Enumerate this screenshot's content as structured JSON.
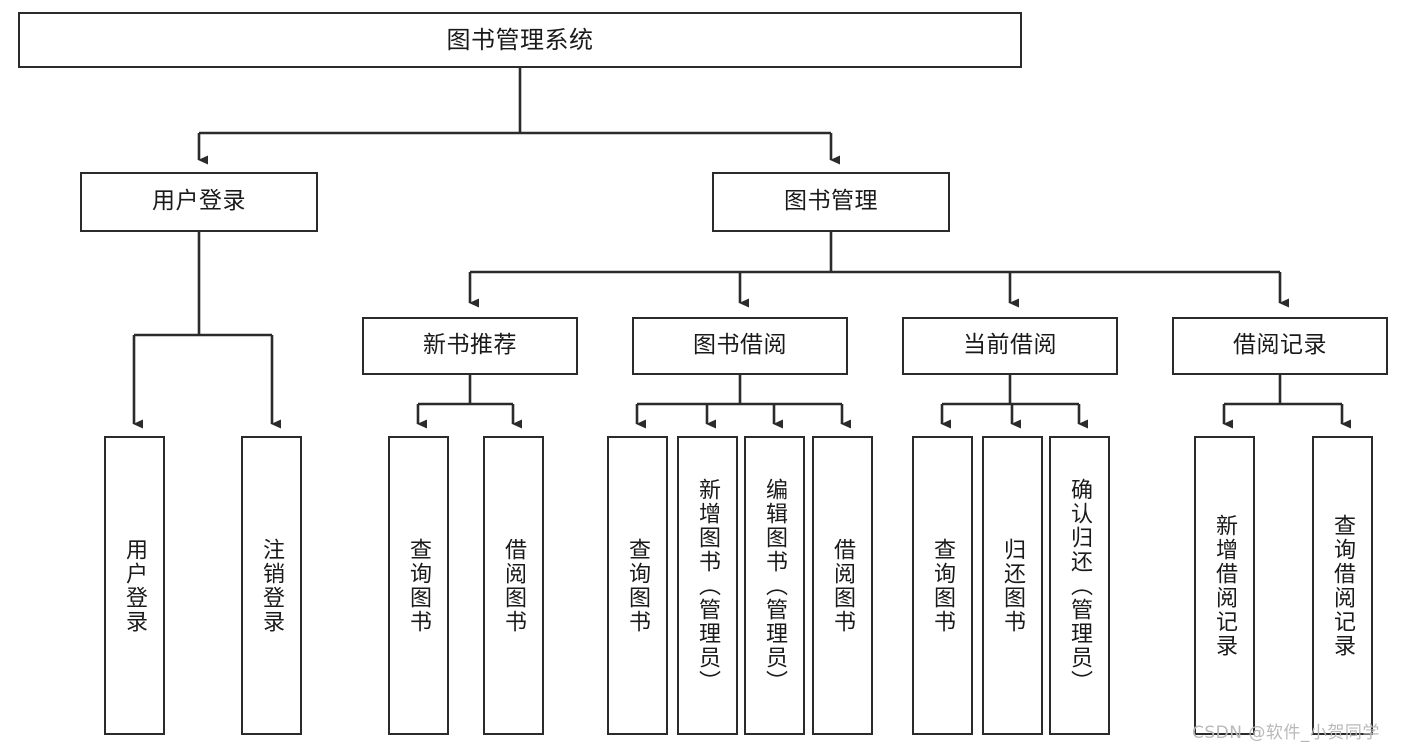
{
  "diagram": {
    "title": "图书管理系统",
    "type": "tree-hierarchy-chart",
    "watermark": "CSDN @软件_小贺同学",
    "colors": {
      "background": "#ffffff",
      "box_border": "#2b2b2b",
      "box_fill": "#ffffff",
      "text": "#1a1a1a",
      "connector": "#2b2b2b",
      "watermark": "#b9b9b9"
    },
    "nodes": {
      "root": {
        "label": "图书管理系统"
      },
      "level2": [
        {
          "id": "user-login",
          "label": "用户登录"
        },
        {
          "id": "book-management",
          "label": "图书管理"
        }
      ],
      "level3": [
        {
          "id": "new-book-recommend",
          "label": "新书推荐"
        },
        {
          "id": "book-borrow",
          "label": "图书借阅"
        },
        {
          "id": "current-borrow",
          "label": "当前借阅"
        },
        {
          "id": "borrow-record",
          "label": "借阅记录"
        }
      ],
      "leaves": {
        "user_login": [
          {
            "id": "leaf-user-login",
            "label": "用户登录"
          },
          {
            "id": "leaf-logout-login",
            "label": "注销登录"
          }
        ],
        "new_book_recommend": [
          {
            "id": "leaf-query-book-1",
            "label": "查询图书"
          },
          {
            "id": "leaf-borrow-book-1",
            "label": "借阅图书"
          }
        ],
        "book_borrow": [
          {
            "id": "leaf-query-book-2",
            "label": "查询图书"
          },
          {
            "id": "leaf-add-book",
            "label": "新增图书（管理员）"
          },
          {
            "id": "leaf-edit-book",
            "label": "编辑图书（管理员）"
          },
          {
            "id": "leaf-borrow-book-2",
            "label": "借阅图书"
          }
        ],
        "current_borrow": [
          {
            "id": "leaf-query-book-3",
            "label": "查询图书"
          },
          {
            "id": "leaf-return-book",
            "label": "归还图书"
          },
          {
            "id": "leaf-confirm-return",
            "label": "确认归还（管理员）"
          }
        ],
        "borrow_record": [
          {
            "id": "leaf-add-borrow-record",
            "label": "新增借阅记录"
          },
          {
            "id": "leaf-query-borrow-record",
            "label": "查询借阅记录"
          }
        ]
      }
    }
  }
}
